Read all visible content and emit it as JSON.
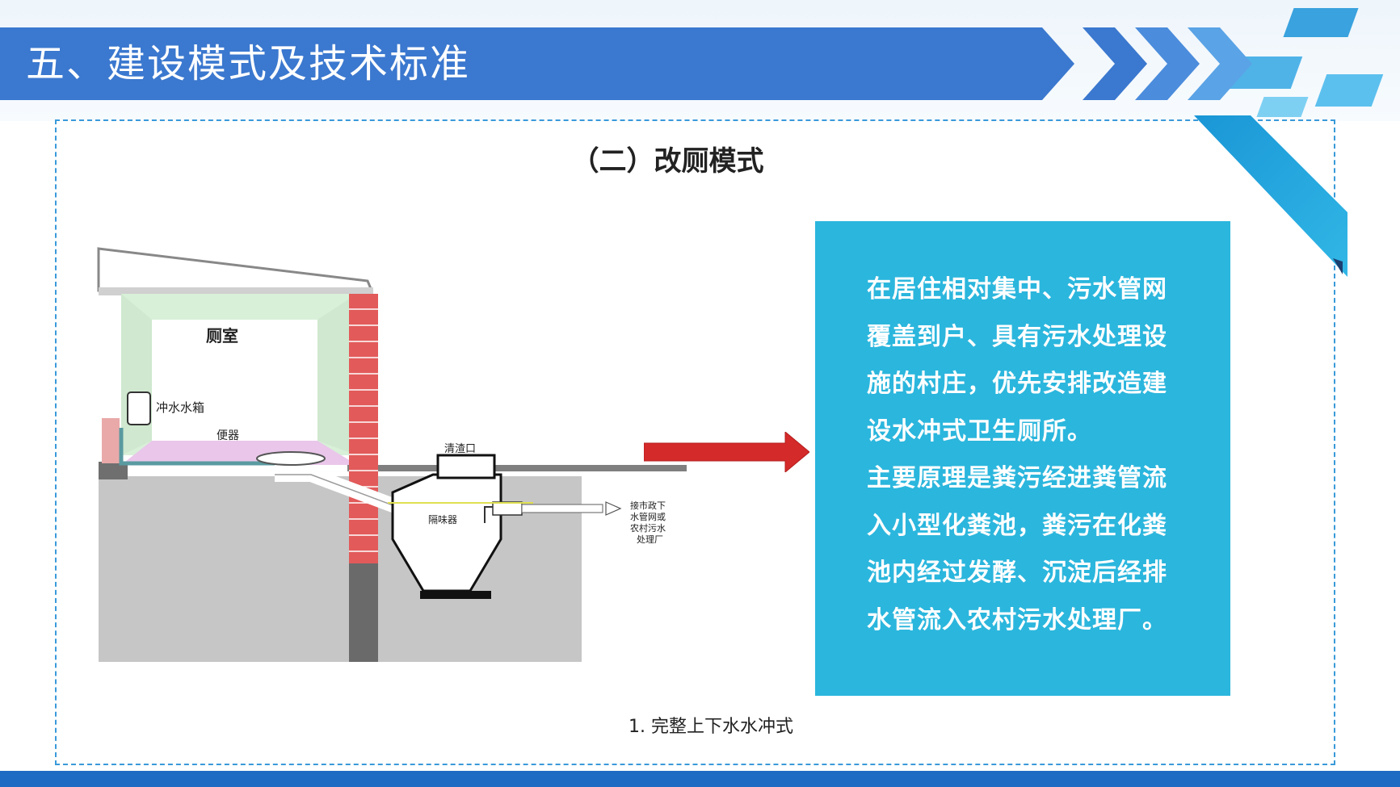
{
  "header": {
    "title": "五、建设模式及技术标准"
  },
  "section": {
    "title": "（二）改厕模式"
  },
  "diagram": {
    "labels": {
      "room": "厕室",
      "tank": "冲水水箱",
      "toilet": "便器",
      "cleanout": "清渣口",
      "separator": "隔味器",
      "outlet_line1": "接市政下",
      "outlet_line2": "水管网或",
      "outlet_line3": "农村污水",
      "outlet_line4": "处理厂"
    }
  },
  "description": {
    "paragraph1": "在居住相对集中、污水管网覆盖到户、具有污水处理设施的村庄，优先安排改造建设水冲式卫生厕所。",
    "paragraph2": "主要原理是粪污经进粪管流入小型化粪池，粪污在化粪池内经过发酵、沉淀后经排水管流入农村污水处理厂。"
  },
  "caption": "1. 完整上下水水冲式",
  "colors": {
    "title_bar": "#3b78cf",
    "text_box": "#2bb6dd",
    "arrow": "#d42a2a",
    "frame": "#3a9ad9",
    "bottom_bar": "#1e6bc4"
  }
}
